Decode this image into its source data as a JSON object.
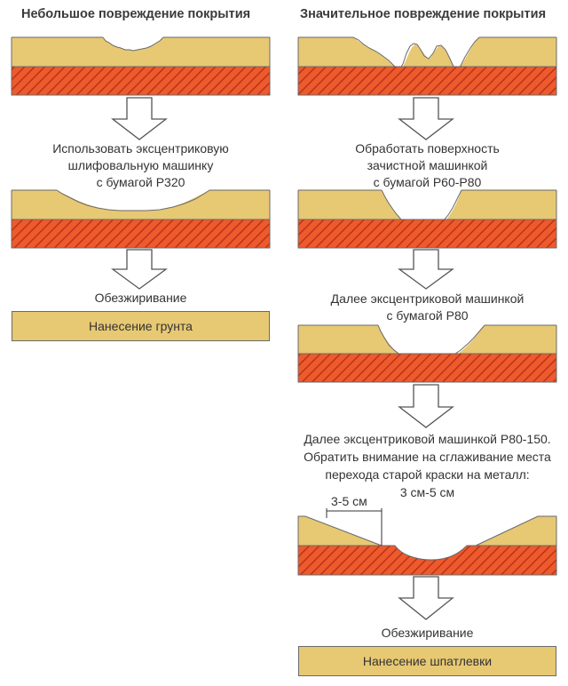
{
  "left": {
    "heading": "Небольшое повреждение покрытия",
    "step1_text": [
      "Использовать эксцентриковую",
      "шлифовальную машинку",
      "с бумагой Р320"
    ],
    "step2_text": "Обезжиривание",
    "final_box": "Нанесение грунта"
  },
  "right": {
    "heading": "Значительное повреждение покрытия",
    "step1_text": [
      "Обработать поверхность",
      "зачистной машинкой",
      "с бумагой Р60-Р80"
    ],
    "step2_text": [
      "Далее эксцентриковой машинкой",
      "с бумагой Р80"
    ],
    "step3_text": [
      "Далее эксцентриковой машинкой Р80-150.",
      "Обратить внимание на сглаживание места",
      "перехода старой краски на металл:",
      "3 см-5 см"
    ],
    "dimension_label": "3-5 см",
    "step4_text": "Обезжиривание",
    "final_box": "Нанесение шпатлевки"
  },
  "colors": {
    "paint": "#e7c873",
    "metal": "#ee5a2c",
    "hatch": "#b8341a",
    "outline": "#6a6a6a"
  }
}
